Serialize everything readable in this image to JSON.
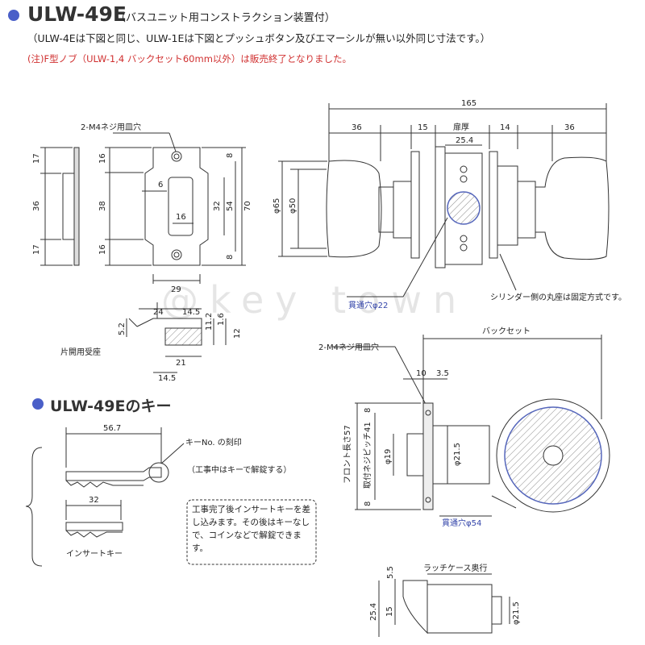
{
  "header": {
    "model": "ULW-49E",
    "model_note": "（バスユニット用コンストラクション装置付）",
    "subtitle": "（ULW-4Eは下図と同じ、ULW-1Eは下図とプッシュボタン及びエマーシルが無い以外同じ寸法です。）",
    "notice": "(注)F型ノブ（ULW-1,4 バックセット60mm以外）は販売終了となりました。"
  },
  "strike": {
    "screw_label": "2-M4ネジ用皿穴",
    "dims": {
      "d17a": "17",
      "d36": "36",
      "d17b": "17",
      "d16a": "16",
      "d38": "38",
      "d16b": "16",
      "d6": "6",
      "d16c": "16",
      "d32": "32",
      "d54": "54",
      "d70": "70",
      "d8a": "8",
      "d8b": "8",
      "d29": "29"
    },
    "section_label": "片開用受座",
    "section_dims": {
      "d24": "24",
      "d145": "14.5",
      "d52": "5.2",
      "d112": "11.2",
      "d16": "1.6",
      "d12": "12",
      "d21": "21",
      "d145b": "14.5"
    }
  },
  "knob_view": {
    "dims": {
      "d165": "165",
      "d36a": "36",
      "d15": "15",
      "door": "扉厚",
      "d14": "14",
      "d36b": "36",
      "d254": "25.4",
      "phi65": "φ65",
      "phi50": "φ50"
    },
    "hole_label": "貫通穴φ22",
    "cylinder_note": "シリンダー側の丸座は固定方式です。"
  },
  "key_section": {
    "title": "ULW-49Eのキー",
    "key_len": "56.7",
    "key_no": "キーNo. の刻印",
    "key_note": "（工事中はキーで解錠する）",
    "insert_len": "32",
    "insert_label": "インサートキー",
    "completion_note": "工事完了後インサートキーを差し込みます。その後はキーなしで、コインなどで解錠できます。"
  },
  "latch_view": {
    "backset": "バックセット",
    "screw_label": "2-M4ネジ用皿穴",
    "dims": {
      "d10": "10",
      "d35": "3.5",
      "d8a": "8",
      "d8b": "8",
      "front_len": "フロント長さ57",
      "pitch": "取付ネジピッチ41",
      "phi19": "φ19",
      "phi215": "φ21.5"
    },
    "hole_label": "貫通穴φ54"
  },
  "latch_case": {
    "label": "ラッチケース奥行",
    "dims": {
      "d55": "5.5",
      "d254": "25.4",
      "d15": "15",
      "phi215": "φ21.5"
    }
  },
  "watermark": "@key town",
  "colors": {
    "accent": "#4a5fc8",
    "notice": "#d03030",
    "hatch": "#5566bb"
  }
}
